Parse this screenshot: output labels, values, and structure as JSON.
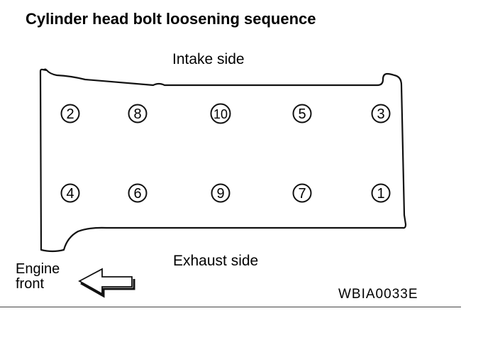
{
  "title": "Cylinder head bolt loosening sequence",
  "labels": {
    "intake": "Intake side",
    "exhaust": "Exhaust side",
    "engine_front_line1": "Engine",
    "engine_front_line2": "front",
    "figure_code": "WBIA0033E"
  },
  "bolts": {
    "top_row": [
      "2",
      "8",
      "10",
      "5",
      "3"
    ],
    "bottom_row": [
      "4",
      "6",
      "9",
      "7",
      "1"
    ]
  },
  "icons": {
    "arrow": "arrow-left-icon"
  }
}
